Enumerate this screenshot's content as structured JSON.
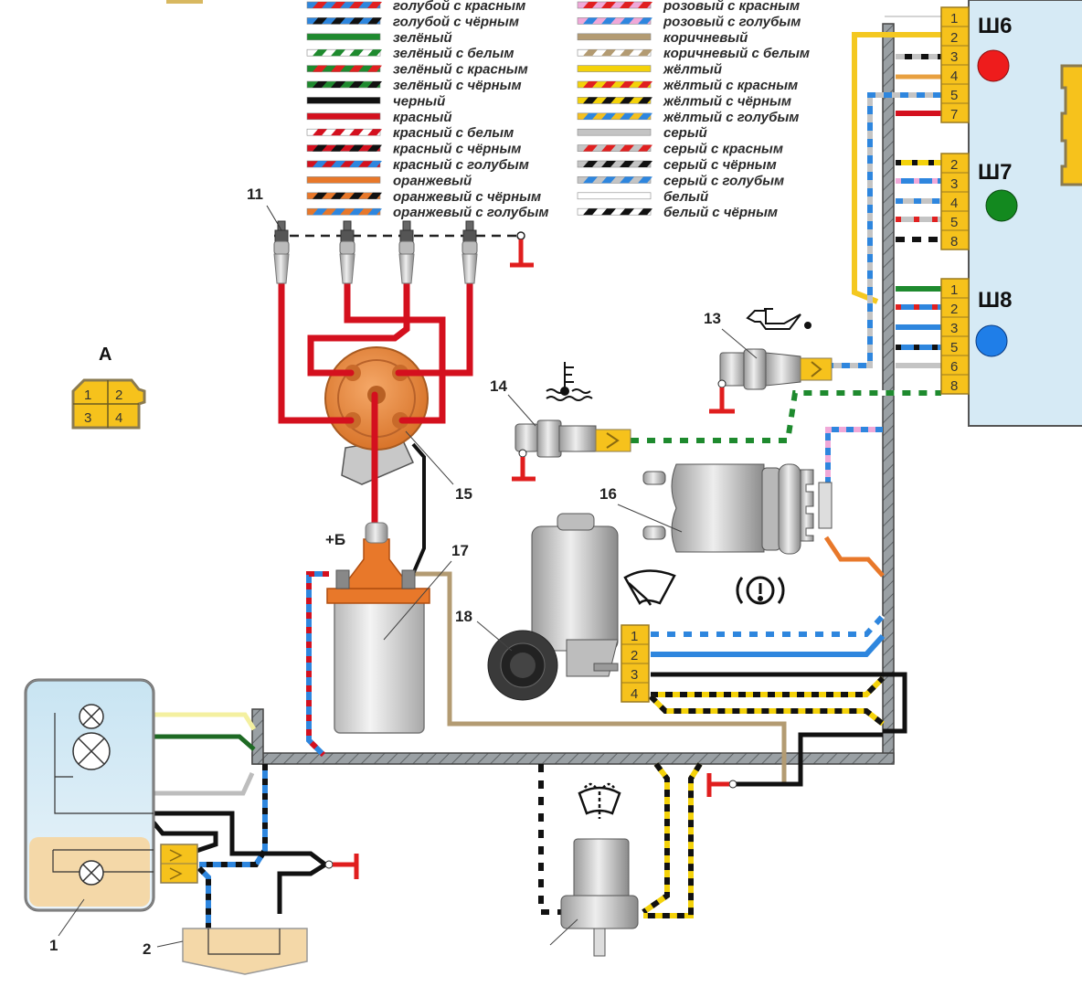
{
  "legend": {
    "left": [
      {
        "label": "голубой с красным",
        "base": "#2e86de",
        "stripe": "#e02020"
      },
      {
        "label": "голубой с чёрным",
        "base": "#2e86de",
        "stripe": "#111111"
      },
      {
        "label": "зелёный",
        "base": "#1e8a2e",
        "stripe": null
      },
      {
        "label": "зелёный с белым",
        "base": "#ffffff",
        "stripe": "#1e8a2e"
      },
      {
        "label": "зелёный с красным",
        "base": "#1e8a2e",
        "stripe": "#e02020"
      },
      {
        "label": "зелёный с чёрным",
        "base": "#1e8a2e",
        "stripe": "#111111"
      },
      {
        "label": "черный",
        "base": "#111111",
        "stripe": null
      },
      {
        "label": "красный",
        "base": "#d4101e",
        "stripe": null
      },
      {
        "label": "красный с белым",
        "base": "#ffffff",
        "stripe": "#d4101e"
      },
      {
        "label": "красный с чёрным",
        "base": "#d4101e",
        "stripe": "#111111"
      },
      {
        "label": "красный с голубым",
        "base": "#d4101e",
        "stripe": "#2e86de"
      },
      {
        "label": "оранжевый",
        "base": "#e8782a",
        "stripe": null
      },
      {
        "label": "оранжевый с чёрным",
        "base": "#e8782a",
        "stripe": "#111111"
      },
      {
        "label": "оранжевый с голубым",
        "base": "#e8782a",
        "stripe": "#2e86de"
      }
    ],
    "right": [
      {
        "label": "розовый с красным",
        "base": "#f0a8d8",
        "stripe": "#e02020"
      },
      {
        "label": "розовый с голубым",
        "base": "#f0a8d8",
        "stripe": "#2e86de"
      },
      {
        "label": "коричневый",
        "base": "#b39b72",
        "stripe": null
      },
      {
        "label": "коричневый с белым",
        "base": "#ffffff",
        "stripe": "#b39b72"
      },
      {
        "label": "жёлтый",
        "base": "#f4d20a",
        "stripe": null
      },
      {
        "label": "жёлтый с красным",
        "base": "#f4d20a",
        "stripe": "#e02020"
      },
      {
        "label": "жёлтый с чёрным",
        "base": "#f4d20a",
        "stripe": "#111111"
      },
      {
        "label": "жёлтый с голубым",
        "base": "#f4c020",
        "stripe": "#2e86de"
      },
      {
        "label": "серый",
        "base": "#c4c4c4",
        "stripe": null
      },
      {
        "label": "серый с красным",
        "base": "#c4c4c4",
        "stripe": "#e02020"
      },
      {
        "label": "серый с чёрным",
        "base": "#c4c4c4",
        "stripe": "#111111"
      },
      {
        "label": "серый с голубым",
        "base": "#c4c4c4",
        "stripe": "#2e86de"
      },
      {
        "label": "белый",
        "base": "#ffffff",
        "stripe": null
      },
      {
        "label": "белый с чёрным",
        "base": "#ffffff",
        "stripe": "#111111"
      }
    ]
  },
  "connectors": {
    "sh6": {
      "title": "Ш6",
      "pins": [
        "1",
        "2",
        "3",
        "4",
        "5",
        "7"
      ],
      "indicator_color": "#ee1c1c"
    },
    "sh7": {
      "title": "Ш7",
      "pins": [
        "2",
        "3",
        "4",
        "5",
        "8"
      ],
      "indicator_color": "#13891f"
    },
    "sh8": {
      "title": "Ш8",
      "pins": [
        "1",
        "2",
        "3",
        "5",
        "6",
        "8"
      ],
      "indicator_color": "#1f7ee8"
    },
    "a": {
      "title": "A",
      "pins": [
        "1",
        "2",
        "3",
        "4"
      ]
    },
    "wiper_motor_block": {
      "pins": [
        "1",
        "2",
        "3",
        "4"
      ]
    }
  },
  "labels": {
    "spark_plug": "11",
    "oil_pressure_sensor": "13",
    "coolant_temp_sensor": "14",
    "distributor": "15",
    "brake_fluid_reservoir": "16",
    "ignition_coil": "17",
    "wiper_motor": "18",
    "rear_light": "1",
    "license_plate_lamp": "2",
    "battery_plus": "+Б"
  },
  "icons": {
    "oil": "oil-can-icon",
    "coolant": "coolant-temperature-icon",
    "wiper": "windshield-wiper-icon",
    "brake": "brake-warning-icon",
    "washer": "windshield-washer-icon",
    "ground": "ground-symbol-icon",
    "lamp": "lamp-bulb-icon"
  },
  "colors": {
    "connector_fill": "#f6c21c",
    "connector_stroke": "#9a7a20",
    "panel_fill": "#d6eaf5",
    "harness": "#8f9498",
    "ground": "#e01e1e",
    "hv_wire": "#d4101e"
  }
}
